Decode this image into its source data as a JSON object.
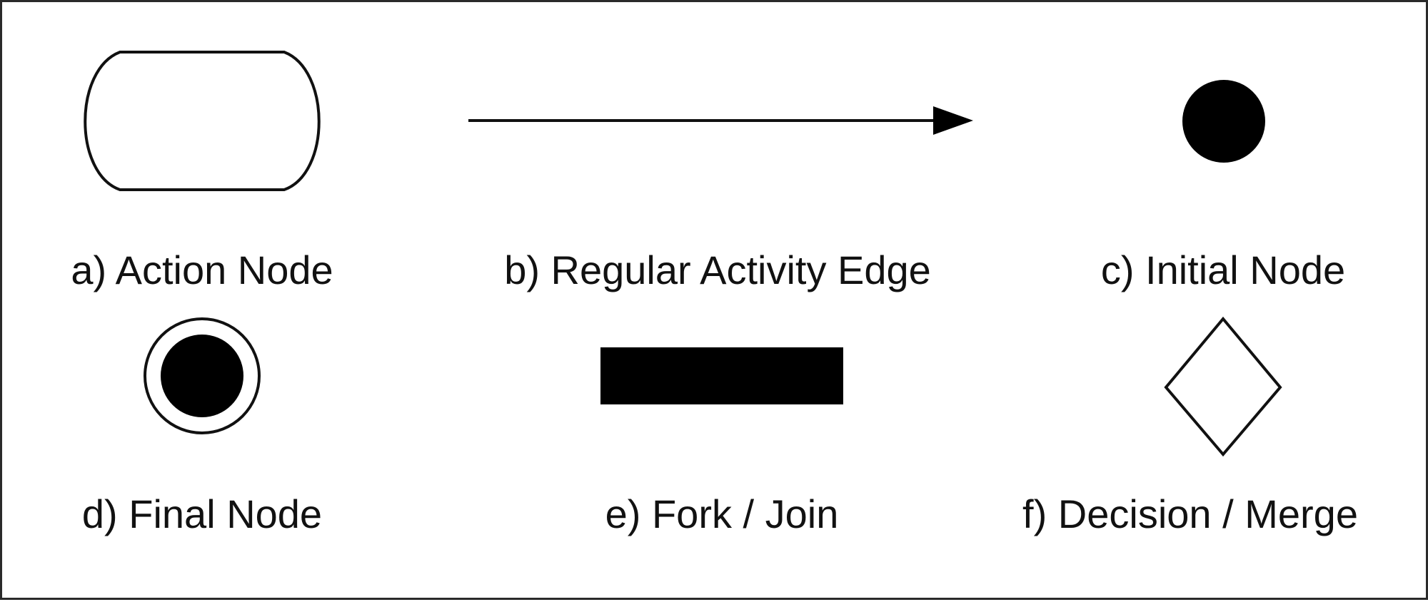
{
  "legend": {
    "items": [
      {
        "key": "action-node",
        "label": "a) Action Node"
      },
      {
        "key": "regular-activity-edge",
        "label": "b) Regular Activity Edge"
      },
      {
        "key": "initial-node",
        "label": "c) Initial Node"
      },
      {
        "key": "final-node",
        "label": "d) Final Node"
      },
      {
        "key": "fork-join",
        "label": "e) Fork / Join"
      },
      {
        "key": "decision-merge",
        "label": "f) Decision / Merge"
      }
    ]
  },
  "colors": {
    "stroke": "#111111",
    "fill": "#000000",
    "background": "#ffffff",
    "border": "#2a2a2a"
  }
}
